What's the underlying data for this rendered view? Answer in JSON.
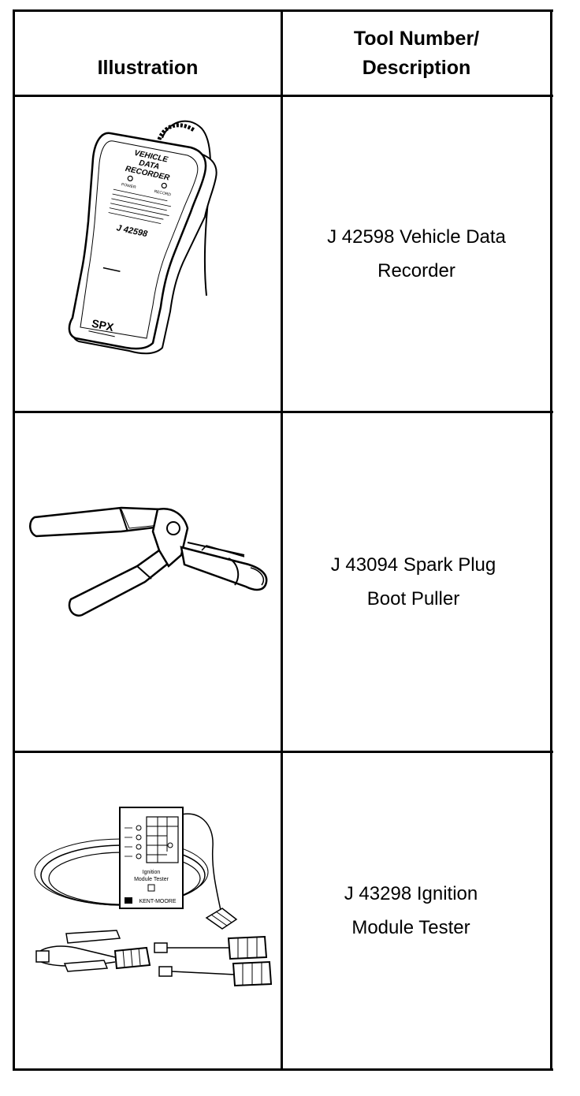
{
  "table": {
    "headers": {
      "illustration": "Illustration",
      "tool": "Tool Number/\nDescription"
    },
    "rows": [
      {
        "description": "J 42598 Vehicle Data\nRecorder",
        "illustration": {
          "icon": "vehicle-data-recorder-illustration",
          "label_lines": [
            "VEHICLE",
            "DATA",
            "RECORDER"
          ],
          "power_label": "POWER",
          "record_label": "RECORD",
          "model_label": "J 42598",
          "brand_label": "SPX"
        }
      },
      {
        "description": "J 43094 Spark Plug\nBoot Puller",
        "illustration": {
          "icon": "spark-plug-boot-puller-illustration"
        }
      },
      {
        "description": "J 43298 Ignition\nModule Tester",
        "illustration": {
          "icon": "ignition-module-tester-illustration",
          "label_lines": [
            "Ignition",
            "Module Tester"
          ],
          "brand_label": "KENT-MOORE"
        }
      }
    ]
  }
}
